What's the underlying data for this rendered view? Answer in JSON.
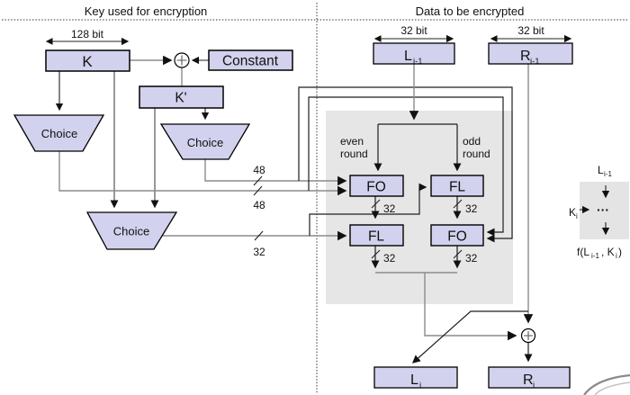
{
  "colors": {
    "box_fill": "#d2d2ee",
    "box_stroke": "#000000",
    "panel": "#e6e6e6",
    "legend_panel": "#e4e4e4",
    "line_gray": "#8c8c8c",
    "line_dark": "#1f1f1f"
  },
  "sections": {
    "key_title": "Key used for encryption",
    "data_title": "Data to be encrypted"
  },
  "dims": {
    "key_width": "128 bit",
    "left_width": "32 bit",
    "right_width": "32 bit"
  },
  "key_schedule": {
    "k": "K",
    "constant": "Constant",
    "k_prime": "K'",
    "choice1": "Choice",
    "choice2": "Choice",
    "choice3": "Choice",
    "subkey_widths": {
      "fo_a": "48",
      "fo_b": "48",
      "fl": "32"
    }
  },
  "rounds": {
    "even_1": "even",
    "even_2": "round",
    "odd_1": "odd",
    "odd_2": "round",
    "fo_even": "FO",
    "fl_odd": "FL",
    "fl_even": "FL",
    "fo_odd": "FO",
    "out_widths": {
      "fo_even": "32",
      "fl_odd": "32",
      "fl_even": "32",
      "fo_odd": "32"
    }
  },
  "registers": {
    "l_prev": {
      "main": "L",
      "sub": "i-1"
    },
    "r_prev": {
      "main": "R",
      "sub": "i-1"
    },
    "l_next": {
      "main": "L",
      "sub": "i"
    },
    "r_next": {
      "main": "R",
      "sub": "i"
    }
  },
  "legend": {
    "input": {
      "main": "L",
      "sub": "i-1"
    },
    "key": {
      "main": "K",
      "sub": "i"
    },
    "dots": "···",
    "f": {
      "p1": "f(L",
      "s1": "i-1",
      "p2": ", K",
      "s2": "i",
      "p3": ")"
    }
  }
}
